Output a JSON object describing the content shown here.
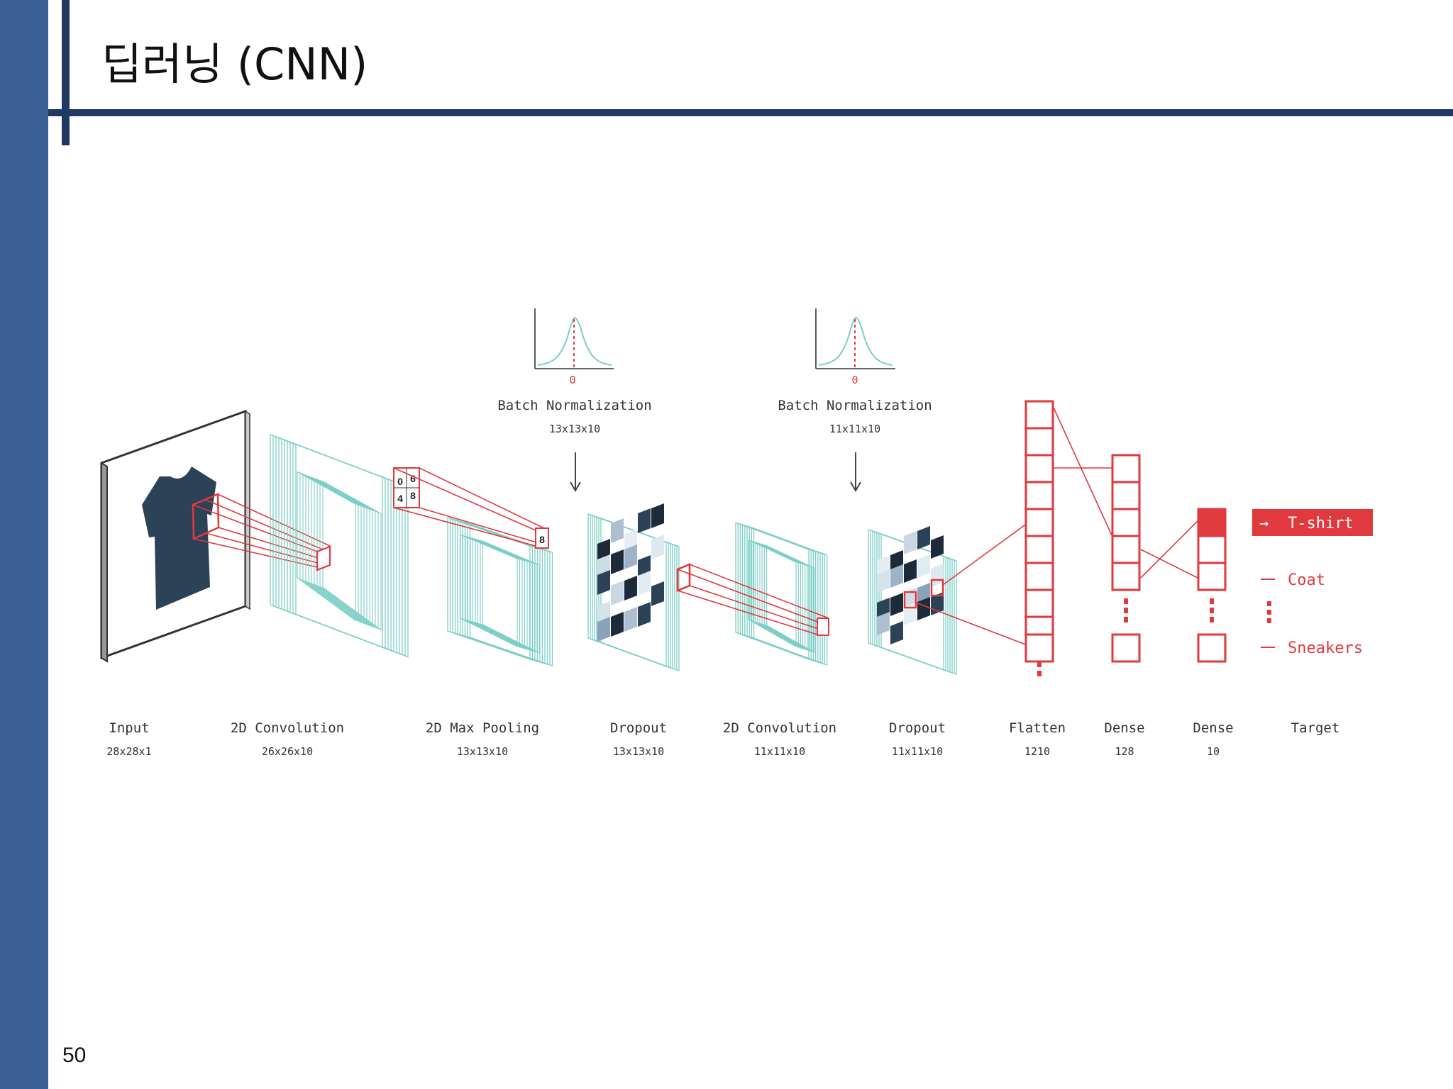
{
  "slide": {
    "title": "딥러닝 (CNN)",
    "page_number": "50"
  },
  "diagram": {
    "layers": [
      {
        "name": "Input",
        "dims": "28x28x1"
      },
      {
        "name": "2D Convolution",
        "dims": "26x26x10"
      },
      {
        "name": "2D Max Pooling",
        "dims": "13x13x10"
      },
      {
        "name": "Dropout",
        "dims": "13x13x10"
      },
      {
        "name": "2D Convolution",
        "dims": "11x11x10"
      },
      {
        "name": "Dropout",
        "dims": "11x11x10"
      },
      {
        "name": "Flatten",
        "dims": "1210"
      },
      {
        "name": "Dense",
        "dims": "128"
      },
      {
        "name": "Dense",
        "dims": "10"
      },
      {
        "name": "Target",
        "dims": ""
      }
    ],
    "batch_norms": [
      {
        "label": "Batch Normalization",
        "dims": "13x13x10",
        "zero": "0"
      },
      {
        "label": "Batch Normalization",
        "dims": "11x11x10",
        "zero": "0"
      }
    ],
    "pool_values": {
      "a": "0",
      "b": "6",
      "c": "4",
      "d": "8",
      "max": "8"
    },
    "targets": {
      "selected": "T-shirt",
      "arrow": "→",
      "others": [
        "Coat",
        "Sneakers"
      ]
    },
    "colors": {
      "accent": "#e0393e",
      "teal": "#7ccfc6",
      "dark": "#2c4257",
      "sidebar": "#3b5f94",
      "rule": "#1f3864"
    }
  }
}
